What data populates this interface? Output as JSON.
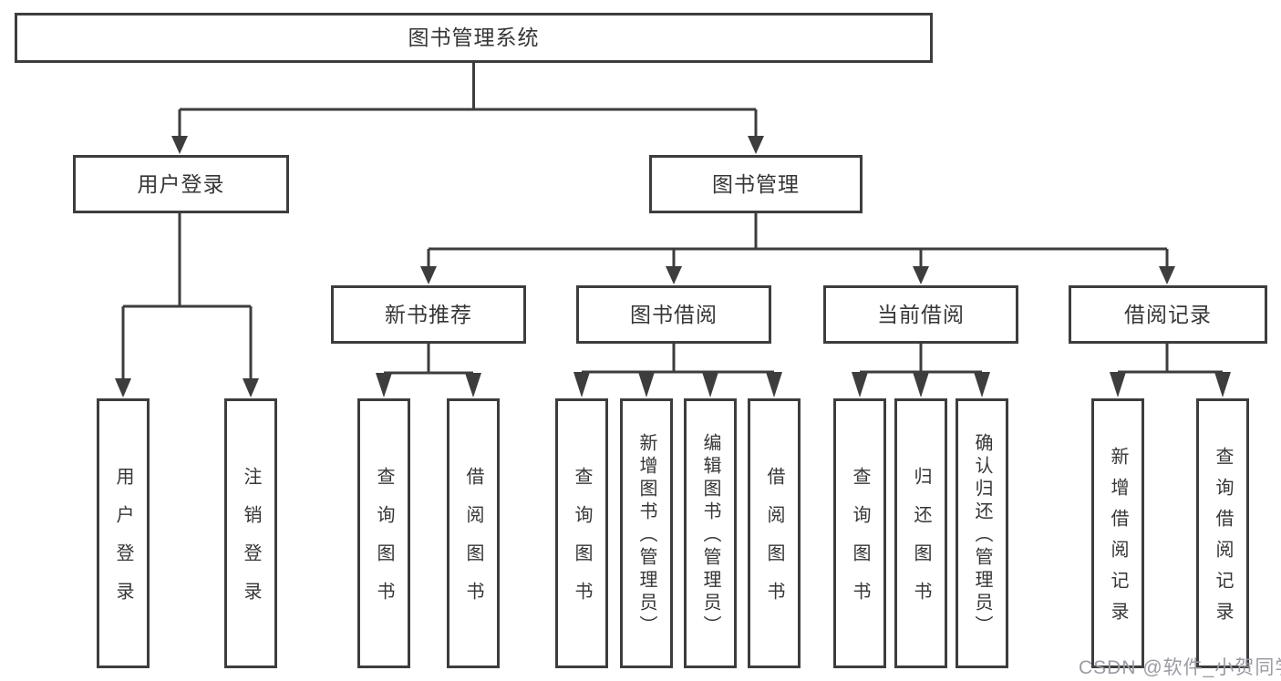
{
  "diagram": {
    "type": "tree",
    "title": "图书管理系统",
    "tree": {
      "root": {
        "label": "图书管理系统"
      },
      "branches": [
        {
          "label": "用户登录",
          "children": [
            {
              "label": "用户登录"
            },
            {
              "label": "注销登录"
            }
          ]
        },
        {
          "label": "图书管理",
          "children": [
            {
              "label": "新书推荐",
              "children": [
                {
                  "label": "查询图书"
                },
                {
                  "label": "借阅图书"
                }
              ]
            },
            {
              "label": "图书借阅",
              "children": [
                {
                  "label": "查询图书"
                },
                {
                  "label": "新增图书（管理员）"
                },
                {
                  "label": "编辑图书（管理员）"
                },
                {
                  "label": "借阅图书"
                }
              ]
            },
            {
              "label": "当前借阅",
              "children": [
                {
                  "label": "查询图书"
                },
                {
                  "label": "归还图书"
                },
                {
                  "label": "确认归还（管理员）"
                }
              ]
            },
            {
              "label": "借阅记录",
              "children": [
                {
                  "label": "新增借阅记录"
                },
                {
                  "label": "查询借阅记录"
                }
              ]
            }
          ]
        }
      ]
    }
  },
  "watermark": {
    "text": "CSDN @软件_小贺同学",
    "color": "#9b9ba5"
  },
  "colors": {
    "background": "#ffffff",
    "box_border": "#3d3d3d",
    "connector_line": "#3d3d3d",
    "text": "#363636"
  }
}
